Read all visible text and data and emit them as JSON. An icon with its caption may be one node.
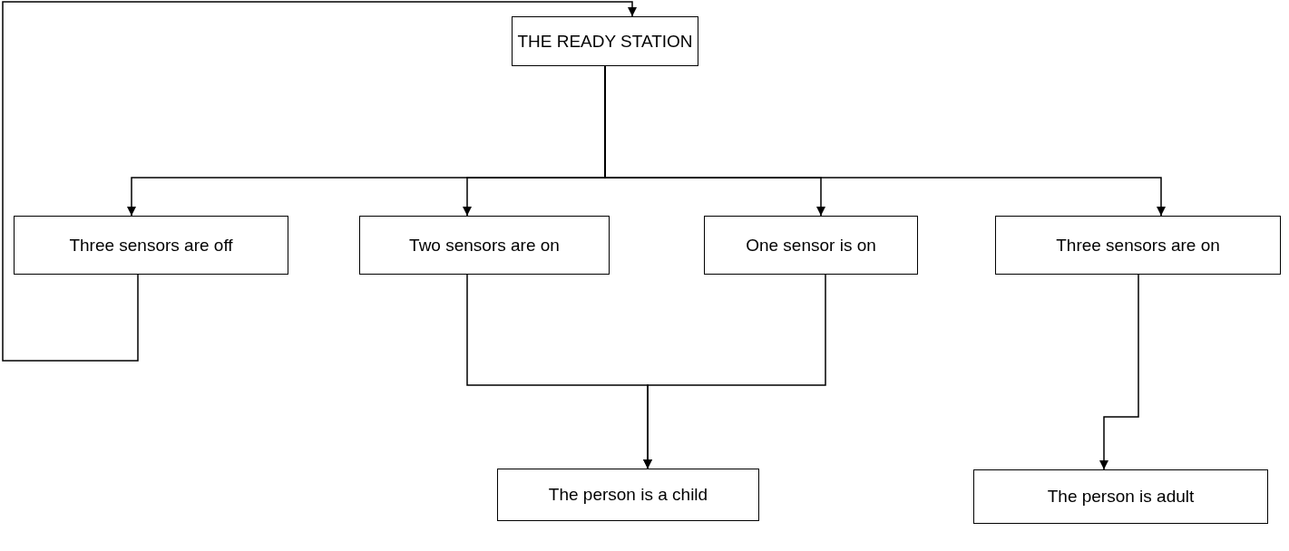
{
  "diagram": {
    "nodes": [
      {
        "text": [
          "THE READY STATION"
        ]
      },
      {
        "text": [
          "Three sensors are off"
        ]
      },
      {
        "text": [
          "Two sensors are on"
        ]
      },
      {
        "text": [
          "One sensor is on"
        ]
      },
      {
        "text": [
          "Three sensors are on"
        ]
      },
      {
        "text": [
          "The person is a child"
        ]
      },
      {
        "text": [
          "The person is adult"
        ]
      }
    ],
    "edges": [
      {
        "from": 0,
        "to": 1,
        "arrow": "to"
      },
      {
        "from": 0,
        "to": 2,
        "arrow": "to"
      },
      {
        "from": 0,
        "to": 3,
        "arrow": "to"
      },
      {
        "from": 0,
        "to": 4,
        "arrow": "to"
      },
      {
        "from": 1,
        "to": 0,
        "arrow": "to"
      },
      {
        "from": 2,
        "to": 5,
        "arrow": "to"
      },
      {
        "from": 3,
        "to": 5,
        "arrow": "to"
      },
      {
        "from": 4,
        "to": 6,
        "arrow": "to"
      }
    ]
  }
}
